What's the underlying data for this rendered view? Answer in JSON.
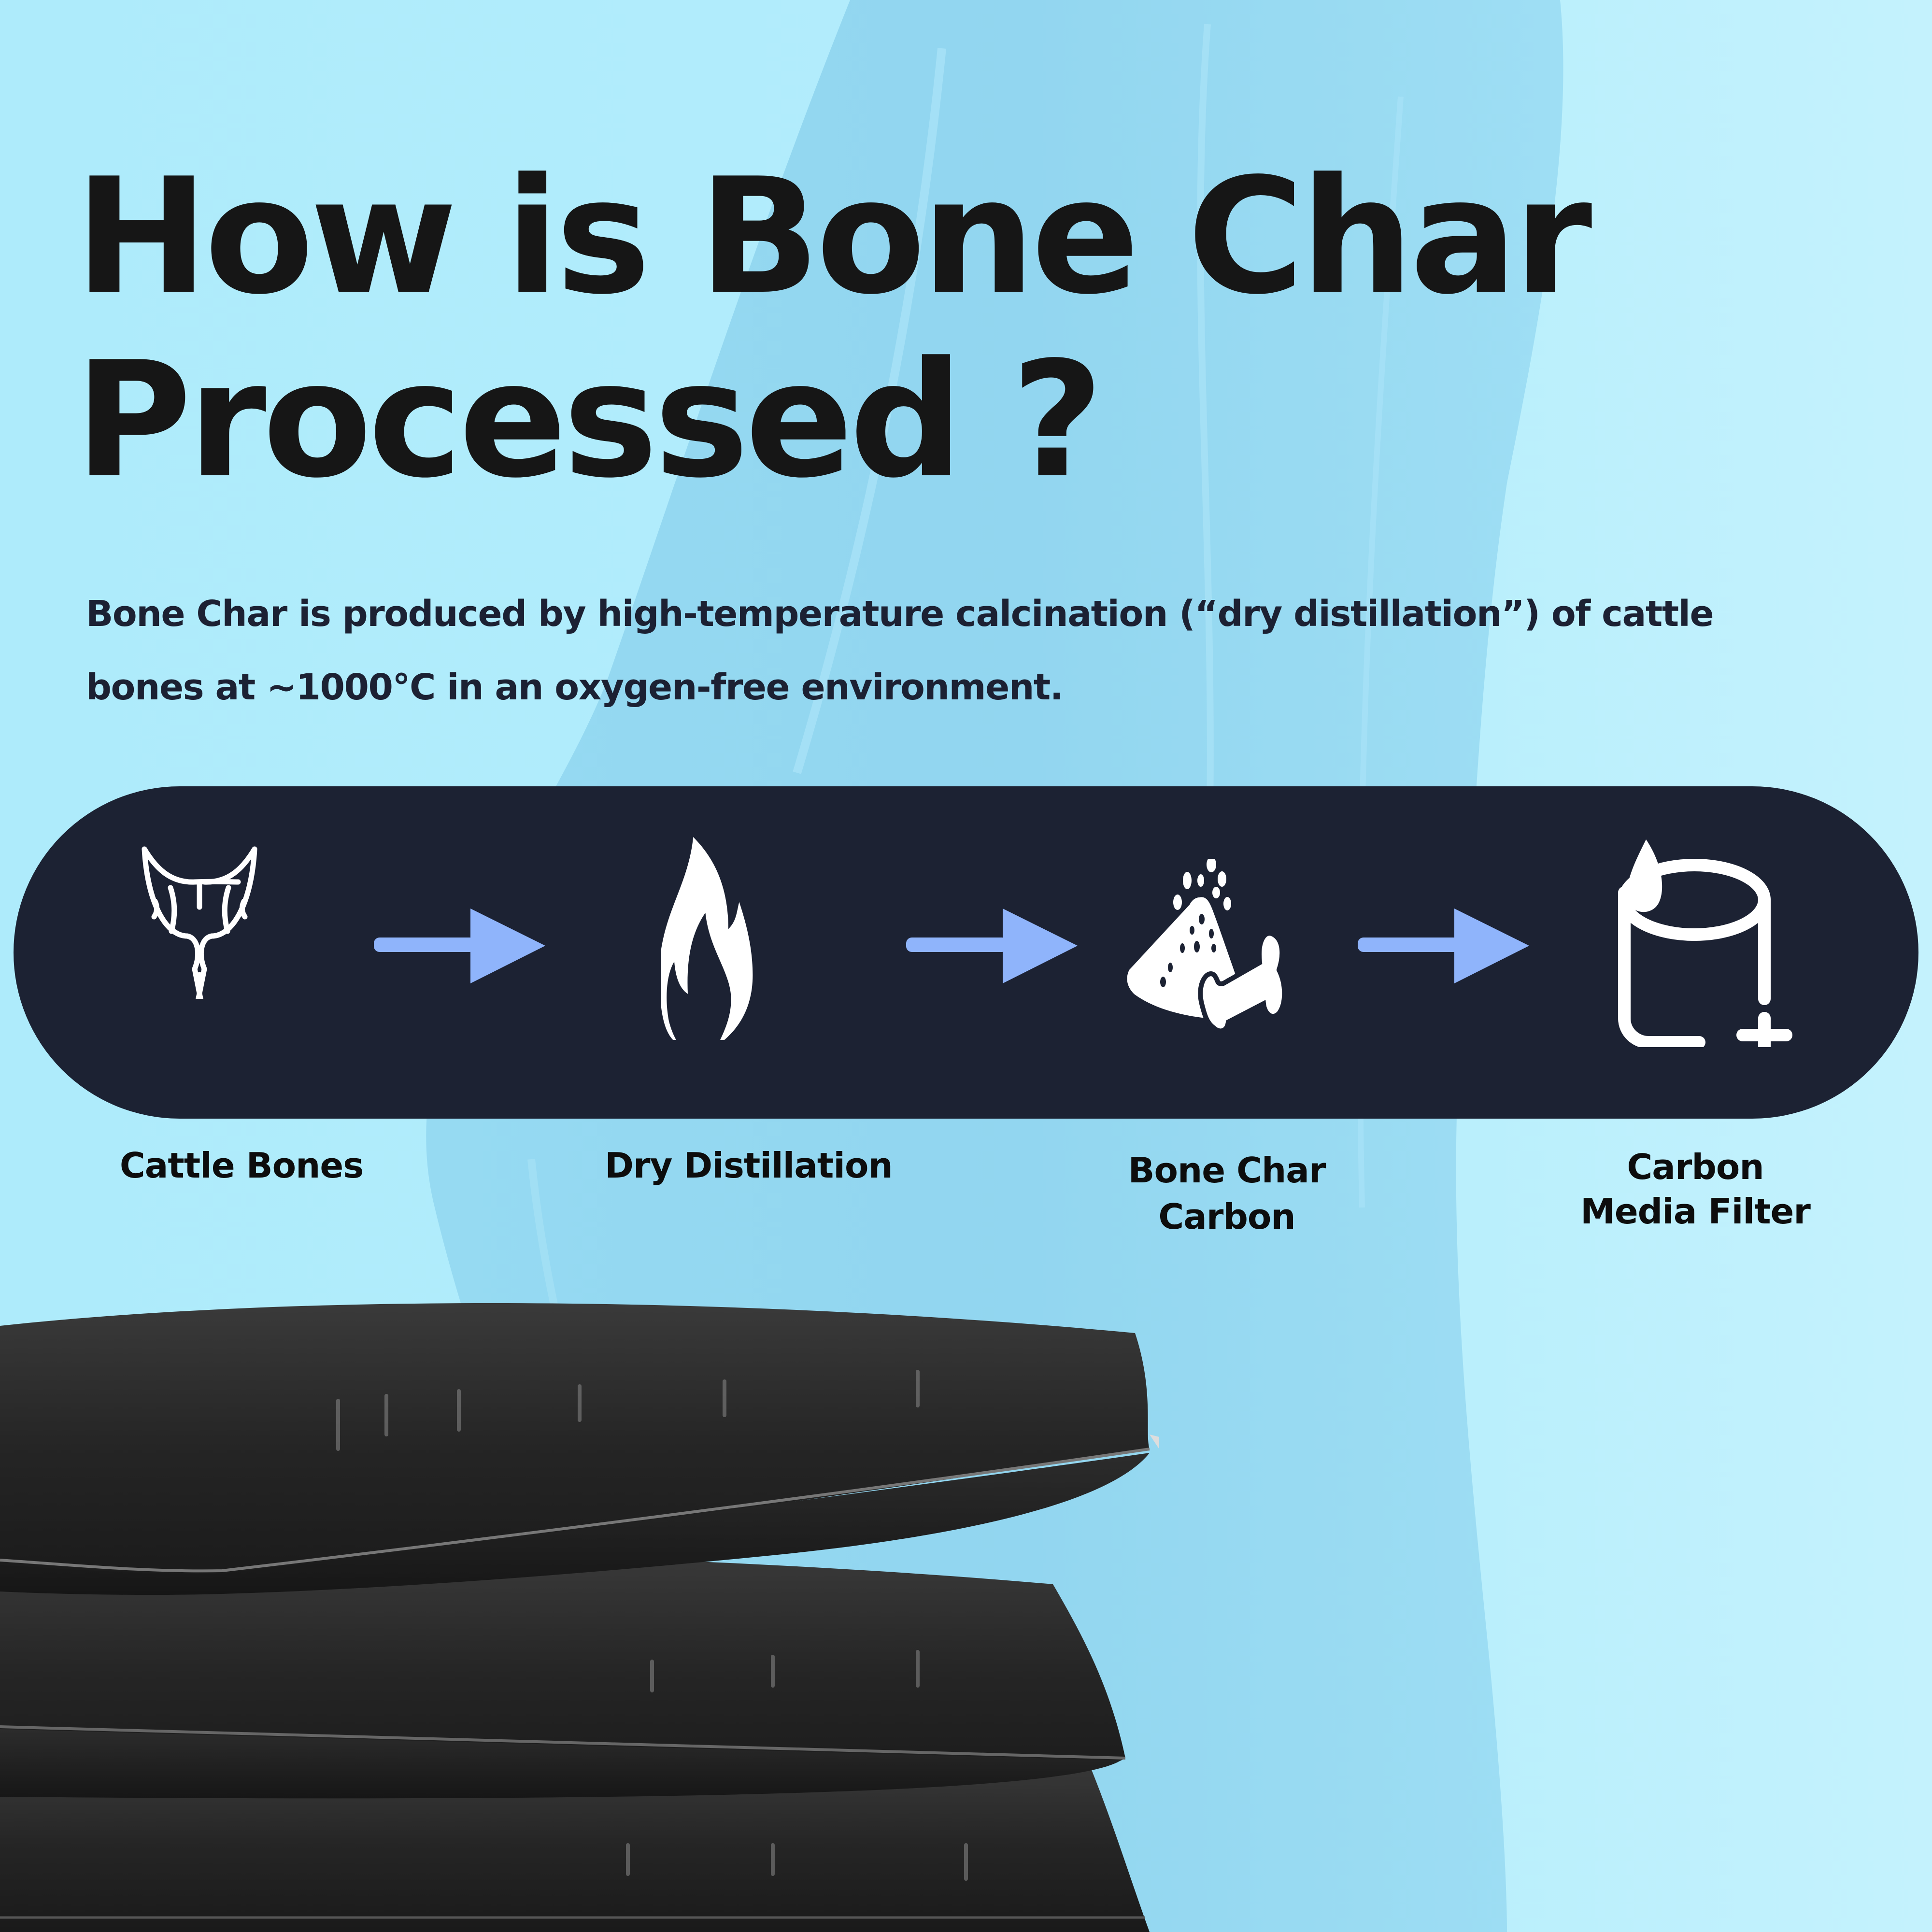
{
  "heading": {
    "line1": "How is Bone Char",
    "line2": "Processed ?"
  },
  "description": "Bone Char is produced by high-temperature calcination (“dry distillation”) of cattle bones at ~1000°C in an oxygen-free environment.",
  "colors": {
    "background": "#b3edfc",
    "water_stream": "#8fd4ee",
    "pill": "#1c2233",
    "arrow": "#8fb4fb",
    "icon": "#ffffff",
    "title_text": "#161616"
  },
  "process_steps": [
    {
      "icon": "cattle-skull-icon",
      "label_lines": [
        "Cattle Bones"
      ]
    },
    {
      "icon": "flame-icon",
      "label_lines": [
        "Dry Distillation"
      ]
    },
    {
      "icon": "bone-char-powder-icon",
      "label_lines": [
        "Bone Char",
        "Carbon"
      ]
    },
    {
      "icon": "carbon-filter-icon",
      "label_lines": [
        "Carbon",
        "Media Filter"
      ]
    }
  ],
  "arrows": [
    "arrow-right-icon",
    "arrow-right-icon",
    "arrow-right-icon"
  ],
  "product_image": "stacked-black-bone-char-bags"
}
